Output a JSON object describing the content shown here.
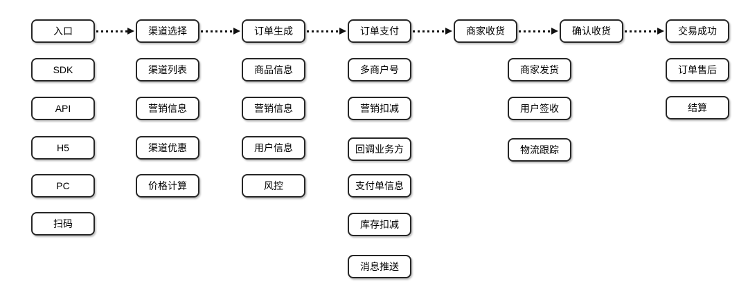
{
  "flow": {
    "stages": [
      {
        "label": "入口",
        "items": [
          "SDK",
          "API",
          "H5",
          "PC",
          "扫码"
        ]
      },
      {
        "label": "渠道选择",
        "items": [
          "渠道列表",
          "营销信息",
          "渠道优惠",
          "价格计算"
        ]
      },
      {
        "label": "订单生成",
        "items": [
          "商品信息",
          "营销信息",
          "用户信息",
          "风控"
        ]
      },
      {
        "label": "订单支付",
        "items": [
          "多商户号",
          "营销扣减",
          "回调业务方",
          "支付单信息",
          "库存扣减",
          "消息推送"
        ]
      },
      {
        "label": "商家收货",
        "items": []
      },
      {
        "label": "确认收货",
        "items": [
          "商家发货",
          "用户签收",
          "物流跟踪"
        ]
      },
      {
        "label": "交易成功",
        "items": [
          "订单售后",
          "结算"
        ]
      }
    ],
    "connector_style": "dotted-line-with-solid-arrowhead",
    "colors": {
      "node_border": "#262626",
      "node_fill": "#ffffff",
      "text": "#000000",
      "arrow": "#111111",
      "background": "#ffffff"
    }
  }
}
